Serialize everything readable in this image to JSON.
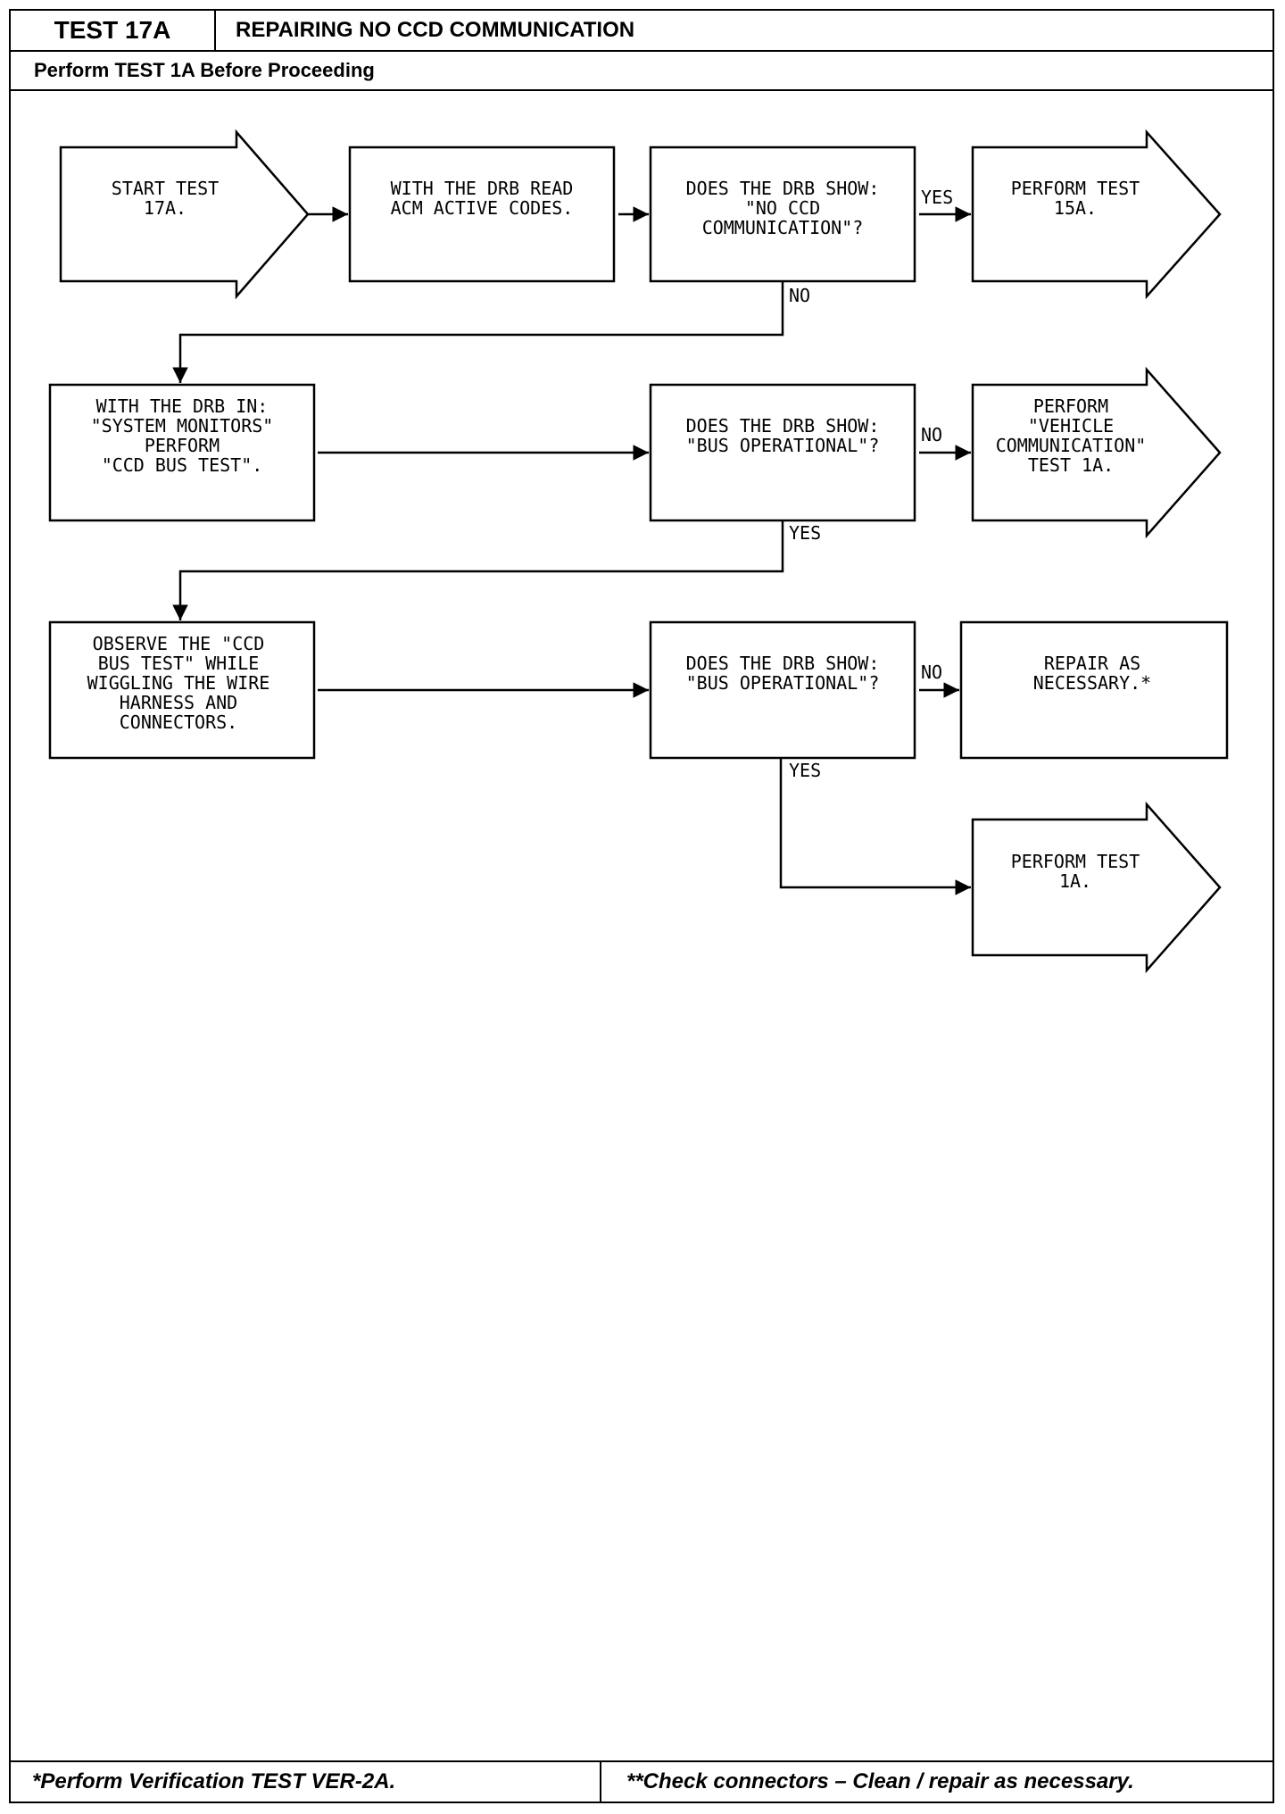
{
  "header": {
    "test_id": "TEST 17A",
    "title": "REPAIRING NO CCD COMMUNICATION",
    "subtitle": "Perform TEST 1A Before Proceeding"
  },
  "nodes": [
    {
      "id": "start",
      "shape": "arrow",
      "lines": [
        "START TEST",
        "17A."
      ]
    },
    {
      "id": "read-codes",
      "shape": "box",
      "lines": [
        "WITH THE DRB READ",
        "ACM ACTIVE CODES."
      ]
    },
    {
      "id": "q-no-ccd",
      "shape": "box",
      "lines": [
        "DOES THE DRB SHOW:",
        "\"NO CCD",
        "COMMUNICATION\"?"
      ]
    },
    {
      "id": "test-15a",
      "shape": "arrow",
      "lines": [
        "PERFORM TEST",
        "15A."
      ]
    },
    {
      "id": "bus-test",
      "shape": "box",
      "lines": [
        "WITH THE DRB IN:",
        "\"SYSTEM MONITORS\"",
        "PERFORM",
        "\"CCD BUS TEST\"."
      ]
    },
    {
      "id": "q-bus-1",
      "shape": "box",
      "lines": [
        "DOES THE DRB SHOW:",
        "\"BUS OPERATIONAL\"?"
      ]
    },
    {
      "id": "vehicle-comm",
      "shape": "arrow",
      "lines": [
        "PERFORM",
        "\"VEHICLE",
        "COMMUNICATION\"",
        "TEST 1A."
      ]
    },
    {
      "id": "observe",
      "shape": "box",
      "lines": [
        "OBSERVE THE \"CCD",
        "BUS TEST\" WHILE",
        "WIGGLING THE WIRE",
        "HARNESS AND",
        "CONNECTORS."
      ]
    },
    {
      "id": "q-bus-2",
      "shape": "box",
      "lines": [
        "DOES THE DRB SHOW:",
        "\"BUS OPERATIONAL\"?"
      ]
    },
    {
      "id": "repair",
      "shape": "box",
      "lines": [
        "REPAIR AS",
        "NECESSARY.*"
      ]
    },
    {
      "id": "test-1a",
      "shape": "arrow",
      "lines": [
        "PERFORM TEST",
        "1A."
      ]
    }
  ],
  "edge_labels": {
    "yes": "YES",
    "no": "NO"
  },
  "footer": {
    "left": "*Perform Verification TEST VER-2A.",
    "right": "**Check connectors – Clean / repair as necessary."
  }
}
